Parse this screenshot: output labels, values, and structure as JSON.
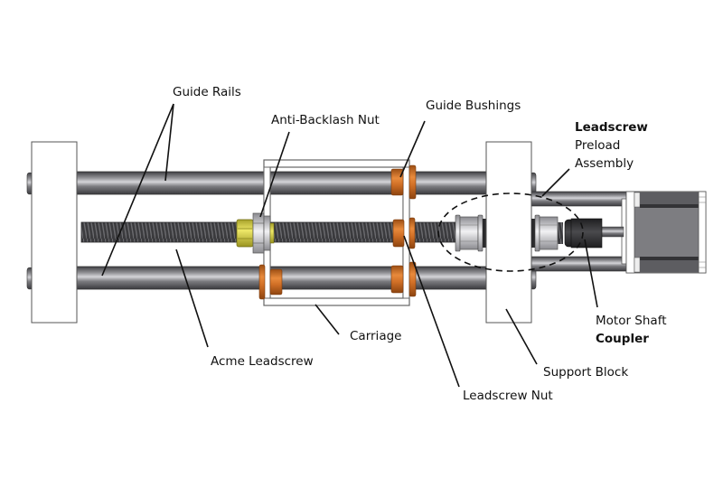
{
  "diagram": {
    "subject": "Linear actuator leadscrew assembly",
    "labels": {
      "guide_rails": "Guide Rails",
      "anti_backlash_nut": "Anti-Backlash Nut",
      "guide_bushings": "Guide Bushings",
      "leadscrew_preload_line1": "Leadscrew",
      "leadscrew_preload_line2": "Preload",
      "leadscrew_preload_line3": "Assembly",
      "acme_leadscrew": "Acme Leadscrew",
      "carriage": "Carriage",
      "leadscrew_nut": "Leadscrew Nut",
      "support_block": "Support Block",
      "motor_shaft_coupler_line1": "Motor Shaft",
      "motor_shaft_coupler_line2": "Coupler"
    },
    "colors": {
      "rail_dark": "#5a5a5e",
      "rail_light": "#c9c9cd",
      "bushing": "#d9782e",
      "bushing_dark": "#a4551a",
      "anti_backlash_nut": "#d8d24a",
      "block_fill": "#ffffff",
      "outline": "#555555",
      "motor_body": "#7a7a7e",
      "motor_dark": "#3f3f42",
      "coupler": "#2e2e30",
      "leader_lines": "#111111"
    }
  }
}
